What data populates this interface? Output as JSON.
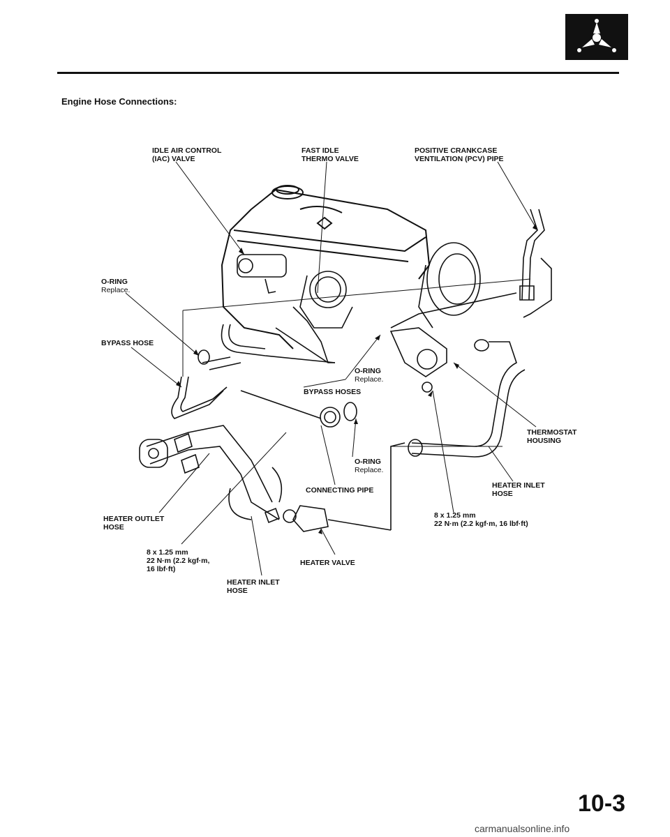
{
  "header": {
    "section_title": "Engine Hose Connections:",
    "tab_icon": "fan-icon"
  },
  "labels": {
    "iac_valve": [
      "IDLE AIR CONTROL",
      "(IAC) VALVE"
    ],
    "fast_idle": [
      "FAST IDLE",
      "THERMO VALVE"
    ],
    "pcv_pipe": [
      "POSITIVE CRANKCASE",
      "VENTILATION (PCV) PIPE"
    ],
    "oring_1": [
      "O-RING",
      "Replace."
    ],
    "bypass_hose": "BYPASS HOSE",
    "oring_2": [
      "O-RING",
      "Replace."
    ],
    "bypass_hoses": "BYPASS HOSES",
    "oring_3": [
      "O-RING",
      "Replace."
    ],
    "connecting_pipe": "CONNECTING PIPE",
    "thermostat_housing": [
      "THERMOSTAT",
      "HOUSING"
    ],
    "heater_inlet_right": [
      "HEATER INLET",
      "HOSE"
    ],
    "torque_right": [
      "8 x 1.25 mm",
      "22 N·m (2.2 kgf·m, 16 lbf·ft)"
    ],
    "heater_outlet": [
      "HEATER OUTLET",
      "HOSE"
    ],
    "torque_left": [
      "8 x 1.25 mm",
      "22 N·m (2.2 kgf·m,",
      "16 lbf·ft)"
    ],
    "heater_valve": "HEATER VALVE",
    "heater_inlet_bottom": [
      "HEATER INLET",
      "HOSE"
    ]
  },
  "footer": {
    "page_number": "10-3",
    "watermark": "carmanualsonline.info"
  }
}
